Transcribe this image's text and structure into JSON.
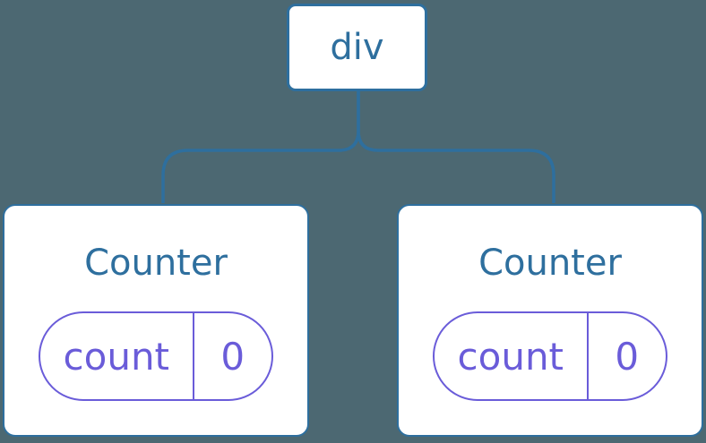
{
  "colors": {
    "background": "#4C6872",
    "node_blue": "#2E6F9E",
    "state_purple": "#6A5CD9",
    "card_bg": "#FFFFFF"
  },
  "tree": {
    "root": {
      "label": "div"
    },
    "children": [
      {
        "name": "Counter",
        "state": [
          {
            "key": "count",
            "value": "0"
          }
        ]
      },
      {
        "name": "Counter",
        "state": [
          {
            "key": "count",
            "value": "0"
          }
        ]
      }
    ]
  }
}
